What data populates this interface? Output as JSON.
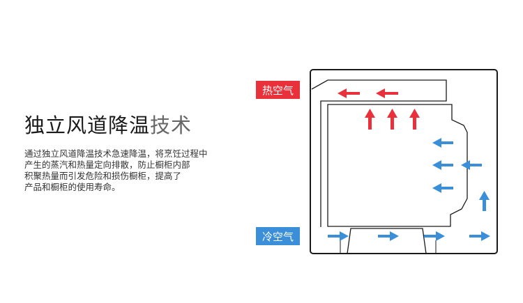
{
  "title": {
    "main": "独立风道降温",
    "light": "技术"
  },
  "description": [
    "通过独立风道降温技术急速降温，将烹饪过程中",
    "产生的蒸汽和热量定向排散，防止橱柜内部",
    "积聚热量而引发危险和损伤橱柜，提高了",
    "产品和橱柜的使用寿命。"
  ],
  "labels": {
    "hot": "热空气",
    "cold": "冷空气"
  },
  "colors": {
    "hot": "#e8313a",
    "cold": "#3a8fd8",
    "outline": "#1a1a1a"
  }
}
